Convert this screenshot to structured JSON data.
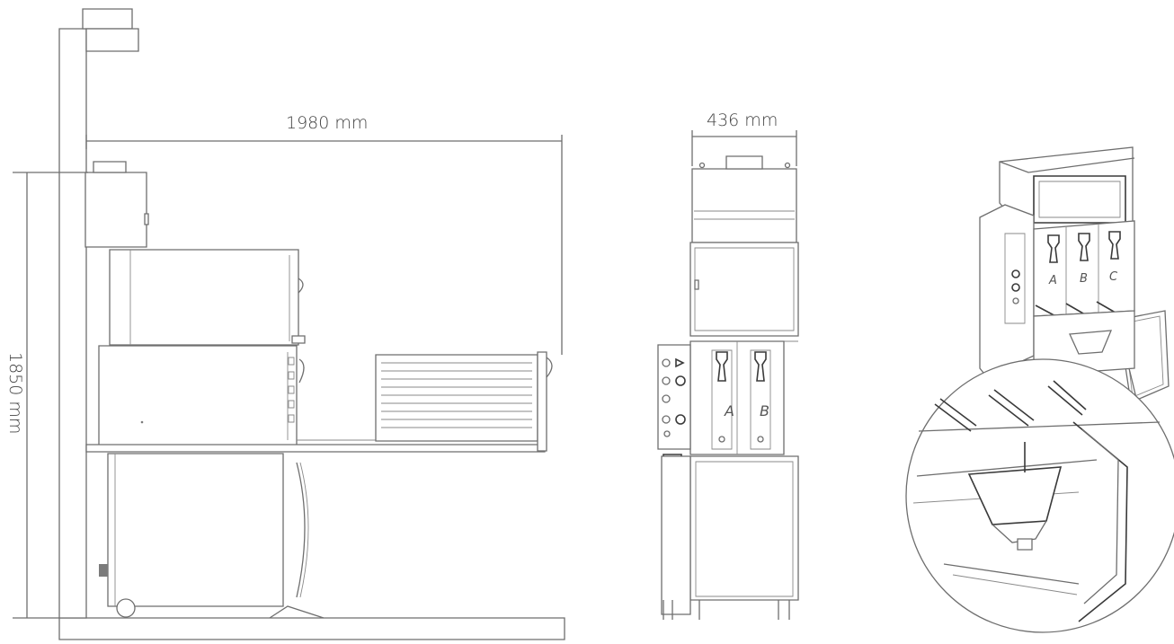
{
  "dimensions": {
    "side_width_label": "1980 mm",
    "front_width_label": "436 mm",
    "height_label": "1850 mm"
  },
  "door_labels": {
    "front": [
      "A",
      "B"
    ],
    "iso": [
      "A",
      "B",
      "C"
    ]
  },
  "colors": {
    "line": "#6e6e6e",
    "line_dark": "#3a3a3a",
    "background": "#ffffff"
  }
}
